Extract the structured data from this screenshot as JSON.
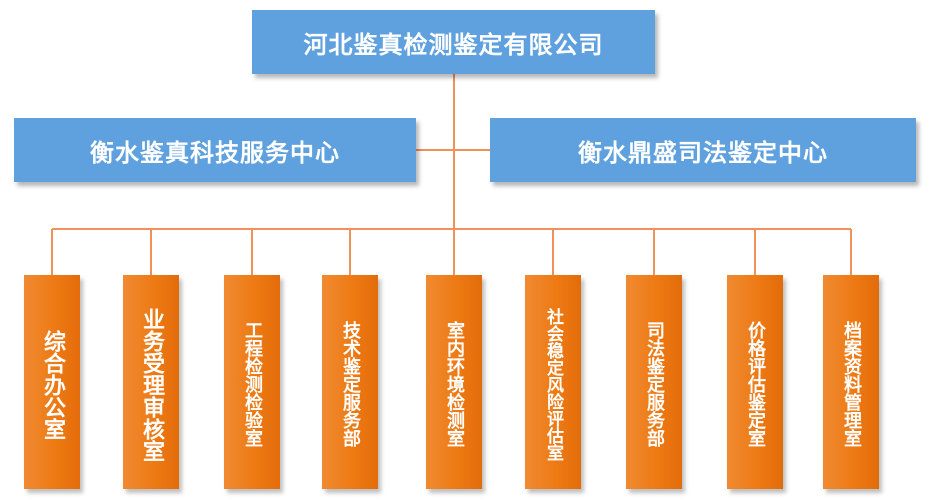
{
  "company": "河北鉴真检测鉴定有限公司",
  "centers": {
    "left": "衡水鉴真科技服务中心",
    "right": "衡水鼎盛司法鉴定中心"
  },
  "departments": [
    "综合办公室",
    "业务受理审核室",
    "工程检测检验室",
    "技术鉴定服务部",
    "室内环境检测室",
    "社会稳定风险评估室",
    "司法鉴定服务部",
    "价格评估鉴定室",
    "档案资料管理室"
  ],
  "colors": {
    "blue_box": "#5fa0de",
    "orange_box": "#ee7a14",
    "connector": "#f0915a"
  }
}
